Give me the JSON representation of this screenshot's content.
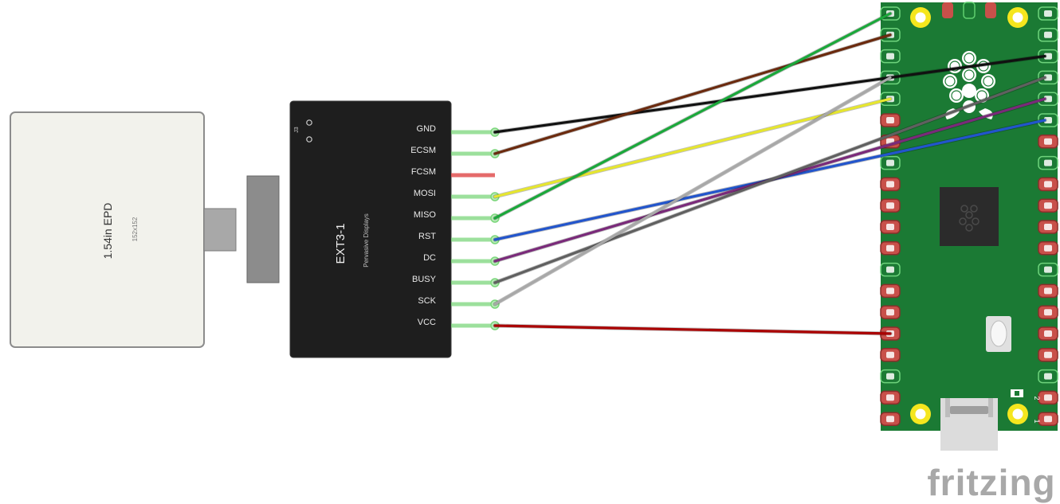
{
  "epd": {
    "title": "1.54in EPD",
    "resolution": "152x152"
  },
  "ext3": {
    "title": "EXT3-1",
    "subtitle": "Pervasive Displays",
    "connector_label": "J3",
    "pins": [
      {
        "label": "GND",
        "wire_color": "#111111",
        "pico_pin": 38
      },
      {
        "label": "ECSM",
        "wire_color": "#6b2a0e",
        "pico_pin": 2
      },
      {
        "label": "FCSM",
        "wire_color": "#e05050",
        "pico_pin": null
      },
      {
        "label": "MOSI",
        "wire_color": "#e6e62e",
        "pico_pin": 5
      },
      {
        "label": "MISO",
        "wire_color": "#1aa83a",
        "pico_pin": 1
      },
      {
        "label": "RST",
        "wire_color": "#2255cc",
        "pico_pin": 35
      },
      {
        "label": "DC",
        "wire_color": "#7a2a7a",
        "pico_pin": 36
      },
      {
        "label": "BUSY",
        "wire_color": "#606060",
        "pico_pin": 37
      },
      {
        "label": "SCK",
        "wire_color": "#a8a8a8",
        "pico_pin": 4
      },
      {
        "label": "VCC",
        "wire_color": "#aa0000",
        "pico_pin": 16
      }
    ]
  },
  "pico": {
    "pin1_label": "1",
    "pin2_label": "2"
  },
  "colors": {
    "board_green": "#1b7a34",
    "module_black": "#1e1e1e",
    "epd_panel": "#f2f2ec",
    "pin_green": "#7bd67b",
    "pad_red": "#c8504a",
    "hole_yellow": "#f5e61e"
  },
  "watermark": "fritzing"
}
